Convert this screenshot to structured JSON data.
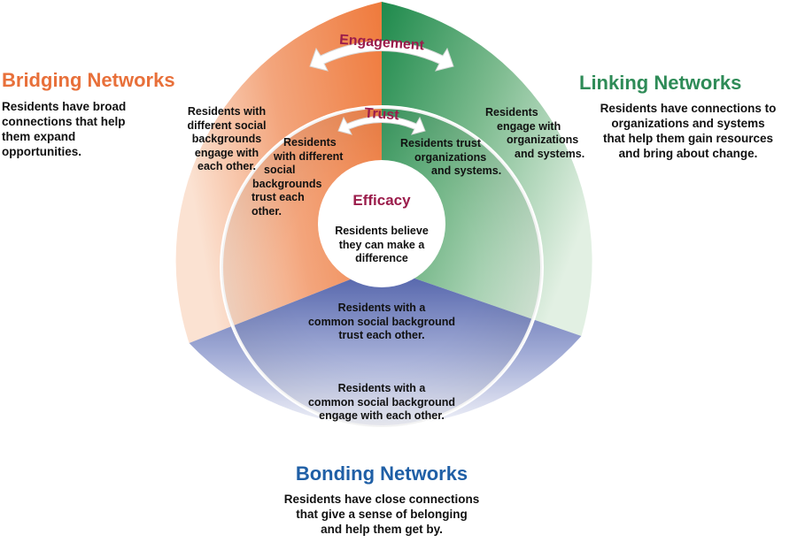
{
  "colors": {
    "bridging": "#e8703a",
    "linking": "#2e8b57",
    "bonding_title": "#1f5fa6",
    "accent": "#9b1c4b",
    "bonding_fill": "#5a6db3"
  },
  "bridging": {
    "title": "Bridging Networks",
    "desc": [
      "Residents have broad",
      "connections that help",
      "them expand",
      "opportunities."
    ],
    "outer": [
      "Residents with",
      "different social",
      "backgrounds",
      "engage with",
      "each other."
    ],
    "inner": [
      "Residents",
      "with different",
      "social",
      "backgrounds",
      "trust each",
      "other."
    ]
  },
  "linking": {
    "title": "Linking Networks",
    "desc": [
      "Residents have connections to",
      "organizations and systems",
      "that help them gain resources",
      "and bring about change."
    ],
    "outer": [
      "Residents",
      "engage with",
      "organizations",
      "and systems."
    ],
    "inner": [
      "Residents trust",
      "organizations",
      "and systems."
    ]
  },
  "bonding": {
    "title": "Bonding Networks",
    "desc": [
      "Residents have close connections",
      "that give a sense of belonging",
      "and help them get by."
    ],
    "outer": [
      "Residents with a",
      "common social background",
      "engage with each other."
    ],
    "inner": [
      "Residents with a",
      "common social background",
      "trust each other."
    ]
  },
  "rings": {
    "engagement": "Engagement",
    "trust": "Trust",
    "efficacy": "Efficacy",
    "efficacy_desc": [
      "Residents believe",
      "they can make a",
      "difference"
    ]
  }
}
